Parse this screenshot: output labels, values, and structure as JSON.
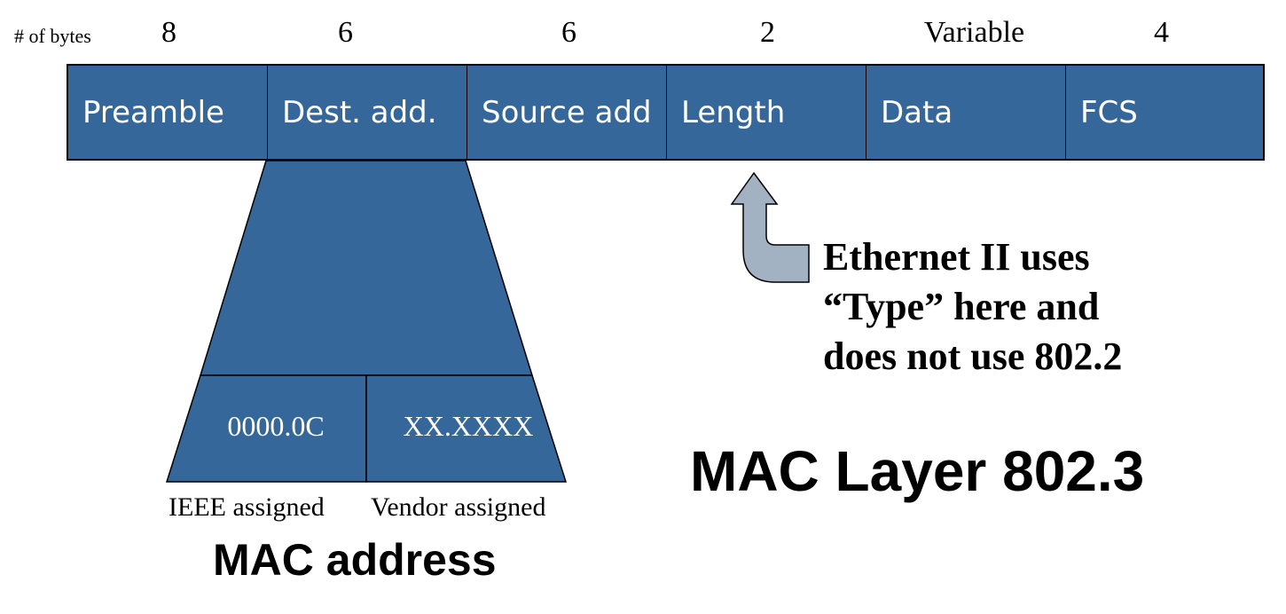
{
  "bytes_label": "# of bytes",
  "fields": [
    {
      "bytes": "8",
      "label": "Preamble"
    },
    {
      "bytes": "6",
      "label": "Dest. add."
    },
    {
      "bytes": "6",
      "label": "Source add"
    },
    {
      "bytes": "2",
      "label": "Length"
    },
    {
      "bytes": "Variable",
      "label": "Data"
    },
    {
      "bytes": "4",
      "label": "FCS"
    }
  ],
  "mac": {
    "ieee_value": "0000.0C",
    "vendor_value": "XX.XXXX",
    "ieee_label": "IEEE assigned",
    "vendor_label": "Vendor  assigned",
    "title": "MAC address"
  },
  "note": {
    "line1": "Ethernet II uses",
    "line2": "“Type” here and",
    "line3": "does not use 802.2"
  },
  "layer_title": "MAC Layer 802.3",
  "colors": {
    "field_fill": "#35679A",
    "arrow_fill": "#A3B2C2"
  }
}
